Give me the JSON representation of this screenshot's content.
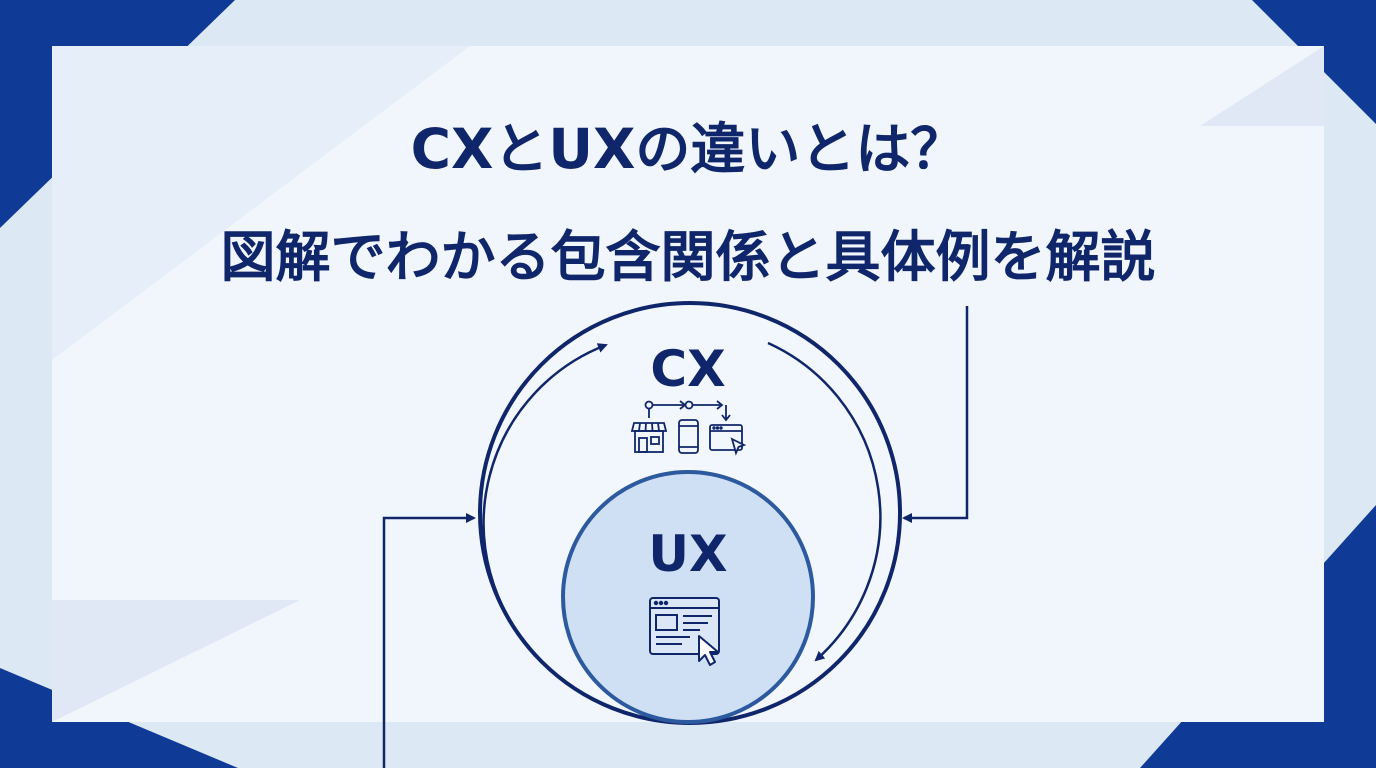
{
  "header": {
    "title_line1": "CXとUXの違いとは？",
    "title_line2": "図解でわかる包含関係と具体例を解説"
  },
  "diagram": {
    "outer_label": "CX",
    "inner_label": "UX",
    "outer_icons": [
      "store-icon",
      "smartphone-icon",
      "browser-cursor-icon"
    ],
    "inner_icon": "web-page-cursor-icon"
  },
  "colors": {
    "navy": "#10266b",
    "accent_blue": "#2d5a9e",
    "inner_fill": "#cfe0f4",
    "panel": "#f1f6fc",
    "edge_blue": "#0f3a96"
  }
}
